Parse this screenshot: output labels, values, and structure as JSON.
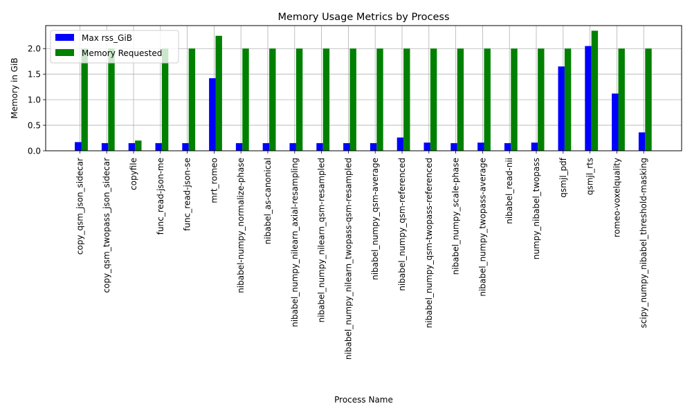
{
  "chart_data": {
    "type": "bar",
    "title": "Memory Usage Metrics by Process",
    "xlabel": "Process Name",
    "ylabel": "Memory in GiB",
    "ylim": [
      0,
      2.45
    ],
    "yticks": [
      "0.0",
      "0.5",
      "1.0",
      "1.5",
      "2.0"
    ],
    "grid": true,
    "legend_position": "upper-left",
    "categories": [
      "copy_qsm_json_sidecar",
      "copy_qsm_twopass_json_sidecar",
      "copyfile",
      "func_read-json-me",
      "func_read-json-se",
      "mrt_romeo",
      "nibabel-numpy_normalize-phase",
      "nibabel_as-canonical",
      "nibabel_numpy_nilearn_axial-resampling",
      "nibabel_numpy_nilearn_qsm-resampled",
      "nibabel_numpy_nilearn_twopass-qsm-resampled",
      "nibabel_numpy_qsm-average",
      "nibabel_numpy_qsm-referenced",
      "nibabel_numpy_qsm-twopass-referenced",
      "nibabel_numpy_scale-phase",
      "nibabel_numpy_twopass-average",
      "nibabel_read-nii",
      "numpy_nibabel_twopass",
      "qsmjl_pdf",
      "qsmjl_rts",
      "romeo-voxelquality",
      "scipy_numpy_nibabel_threshold-masking"
    ],
    "series": [
      {
        "name": "Max rss_GiB",
        "color": "#0000ff",
        "values": [
          0.17,
          0.15,
          0.15,
          0.15,
          0.15,
          1.42,
          0.15,
          0.15,
          0.15,
          0.15,
          0.15,
          0.15,
          0.26,
          0.16,
          0.15,
          0.16,
          0.15,
          0.16,
          1.65,
          2.05,
          1.12,
          0.36
        ]
      },
      {
        "name": "Memory Requested",
        "color": "#008000",
        "values": [
          2.0,
          2.0,
          0.2,
          2.0,
          2.0,
          2.25,
          2.0,
          2.0,
          2.0,
          2.0,
          2.0,
          2.0,
          2.0,
          2.0,
          2.0,
          2.0,
          2.0,
          2.0,
          2.0,
          2.35,
          2.0,
          2.0
        ]
      }
    ]
  }
}
